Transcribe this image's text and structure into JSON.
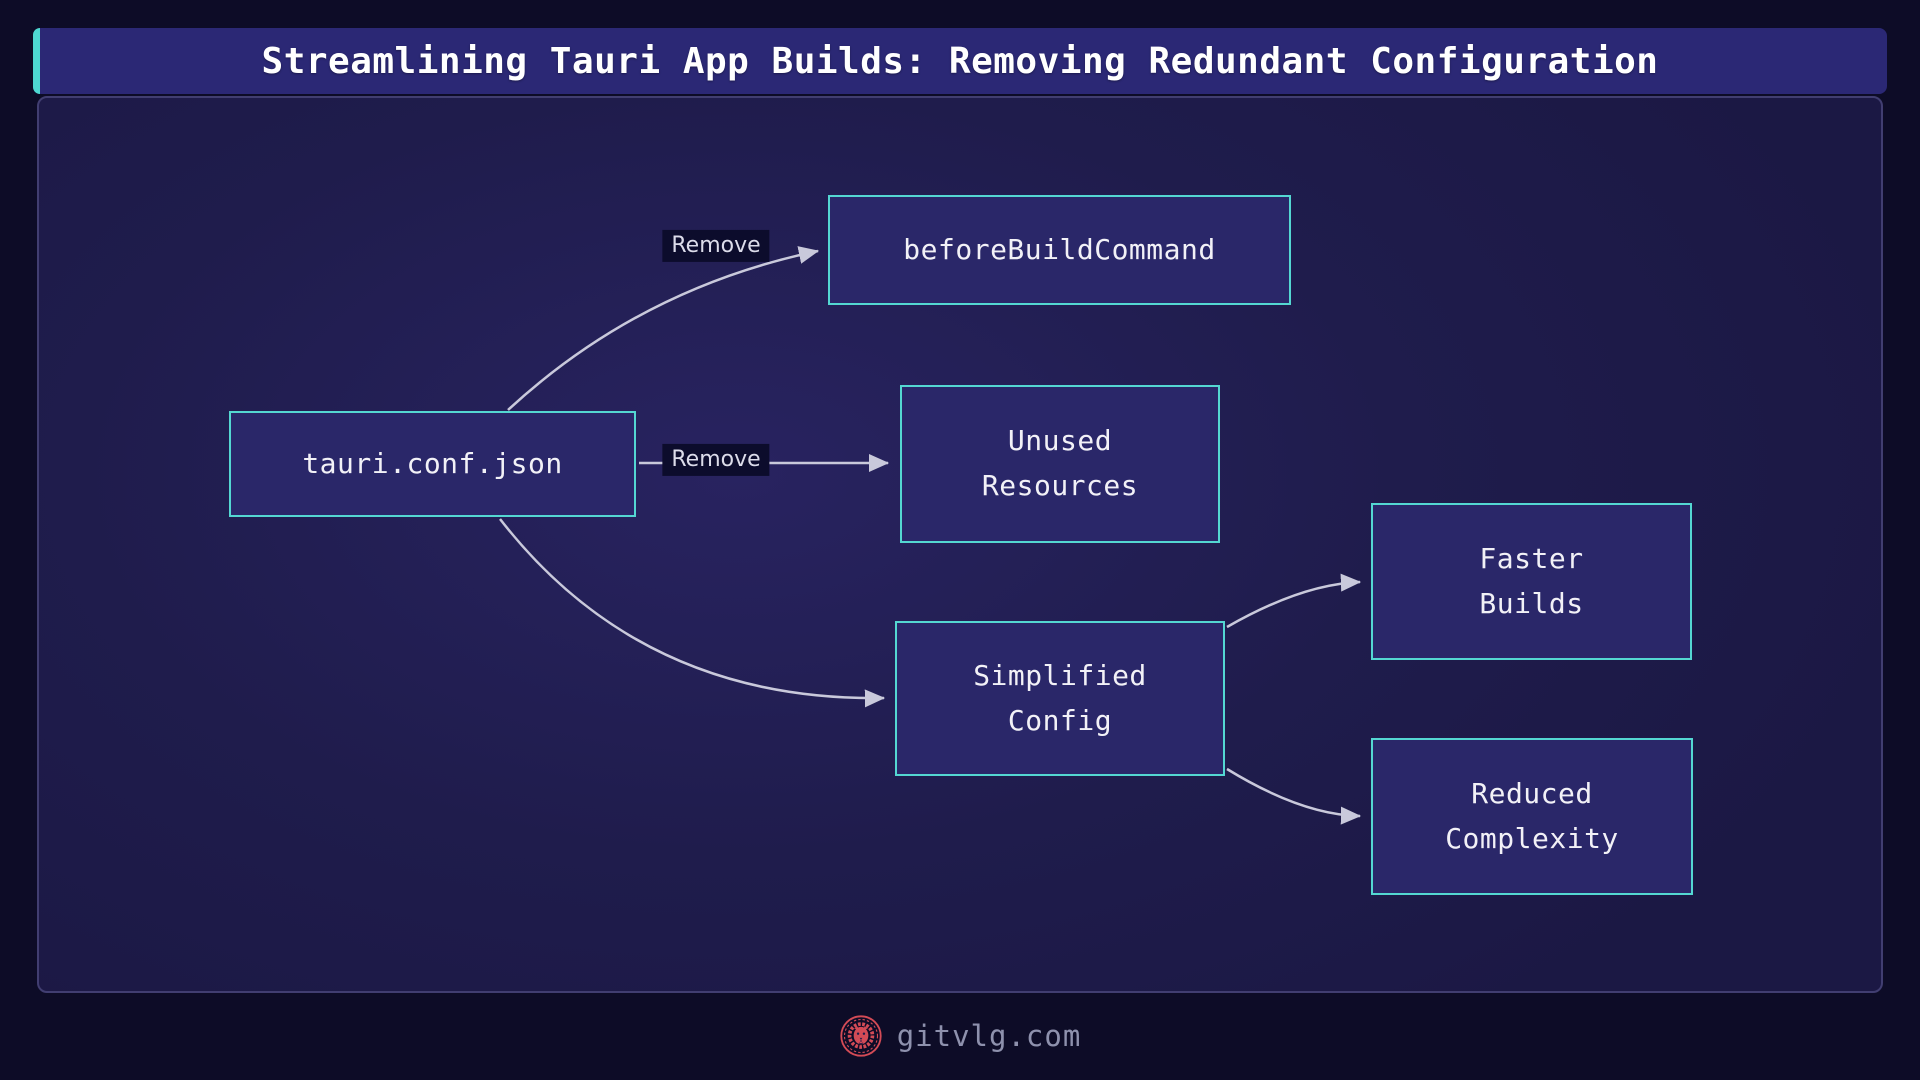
{
  "title": "Streamlining Tauri App Builds: Removing Redundant Configuration",
  "diagram": {
    "nodes": [
      {
        "id": "tauri-conf-json",
        "label": "tauri.conf.json"
      },
      {
        "id": "before-build-command",
        "label": "beforeBuildCommand"
      },
      {
        "id": "unused-resources",
        "label": "Unused\nResources"
      },
      {
        "id": "simplified-config",
        "label": "Simplified\nConfig"
      },
      {
        "id": "faster-builds",
        "label": "Faster\nBuilds"
      },
      {
        "id": "reduced-complexity",
        "label": "Reduced\nComplexity"
      }
    ],
    "edges": [
      {
        "from": "tauri-conf-json",
        "to": "before-build-command",
        "label": "Remove"
      },
      {
        "from": "tauri-conf-json",
        "to": "unused-resources",
        "label": "Remove"
      },
      {
        "from": "tauri-conf-json",
        "to": "simplified-config",
        "label": ""
      },
      {
        "from": "simplified-config",
        "to": "faster-builds",
        "label": ""
      },
      {
        "from": "simplified-config",
        "to": "reduced-complexity",
        "label": ""
      }
    ]
  },
  "footer": {
    "site": "gitvlg.com",
    "logo_icon": "lion-emblem-icon"
  },
  "colors": {
    "background": "#0d0c27",
    "panel": "#1f1c4c",
    "title_bar": "#2b2875",
    "accent_teal": "#4ed8d2",
    "node_fill": "#2a2769",
    "node_border": "#54d7d2",
    "edge_line": "#c9c9db",
    "edge_label_bg": "#0c0c2c",
    "logo_red": "#d34b56",
    "footer_text": "#8e91ad"
  }
}
